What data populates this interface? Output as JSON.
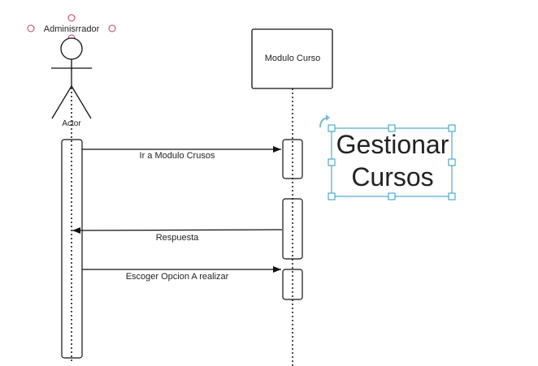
{
  "actor": {
    "name": "Adminisrrador",
    "type_label": "Actor"
  },
  "module": {
    "name": "Modulo Curso"
  },
  "messages": [
    {
      "label": "Ir a Modulo Crusos"
    },
    {
      "label": "Respuesta"
    },
    {
      "label": "Escoger Opcion A realizar"
    }
  ],
  "note": {
    "line1": "Gestionar",
    "line2": "Cursos"
  },
  "colors": {
    "stroke": "#111111",
    "selection": "#2d9bc0",
    "anchor": "#c0395a",
    "rotate": "#7ab8d8"
  }
}
